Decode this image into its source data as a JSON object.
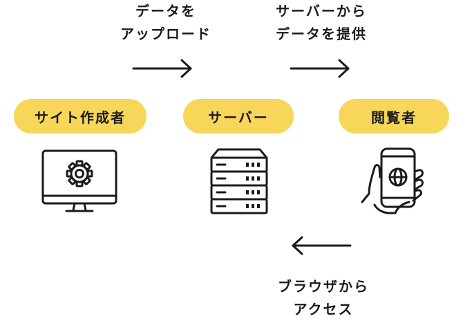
{
  "nodes": [
    {
      "label": "サイト作成者",
      "icon": "monitor-gear-icon"
    },
    {
      "label": "サーバー",
      "icon": "server-rack-icon"
    },
    {
      "label": "閲覧者",
      "icon": "smartphone-globe-icon"
    }
  ],
  "arrows": [
    {
      "lines": [
        "データを",
        "アップロード"
      ],
      "direction": "right"
    },
    {
      "lines": [
        "サーバーから",
        "データを提供"
      ],
      "direction": "right"
    },
    {
      "lines": [
        "ブラウザから",
        "アクセス"
      ],
      "direction": "left"
    }
  ],
  "colors": {
    "pill": "#f8d659",
    "ink": "#1a1a1a",
    "background": "#ffffff"
  }
}
